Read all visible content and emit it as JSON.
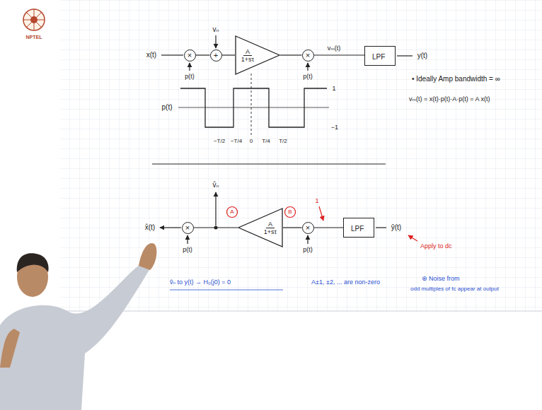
{
  "diagram": {
    "nodes": [
      {
        "text": [
          "×"
        ]
      },
      {
        "text": [
          "+"
        ]
      },
      {
        "text": [
          "A",
          "1+sτ"
        ]
      },
      {
        "text": [
          "×"
        ]
      },
      {
        "text": [
          "LPF"
        ]
      },
      {
        "text": [
          "×"
        ]
      },
      {
        "text": [
          "A",
          "1+sτ"
        ]
      },
      {
        "text": [
          "×"
        ]
      },
      {
        "text": [
          "LPF"
        ]
      }
    ],
    "edges": [
      {
        "from": 0,
        "to": 1,
        "arrow": "none"
      },
      {
        "from": 1,
        "to": 2,
        "arrow": "none"
      },
      {
        "from": 2,
        "to": 3,
        "arrow": "none"
      },
      {
        "from": 3,
        "to": 4,
        "arrow": "none"
      },
      {
        "from": 8,
        "to": 7,
        "arrow": "none"
      },
      {
        "from": 7,
        "to": 6,
        "arrow": "none"
      },
      {
        "from": 6,
        "to": 5,
        "arrow": "none"
      }
    ],
    "labels": [
      "NPTEL",
      "x(t)",
      "p(t)",
      "vₙ",
      "p(t)",
      "vₘ(t)",
      "y(t)",
      "p(t)",
      "1",
      "−1",
      "−T/2",
      "−T/4",
      "0",
      "T/4",
      "T/2",
      "• Ideally Amp bandwidth = ∞",
      "vₘ(t) = x(t)·p(t)·A·p(t) = A x(t)",
      "x̂(t)",
      "v̂ₙ",
      "A",
      "B",
      "p(t)",
      "p(t)",
      "1",
      "ŷ(t)",
      "Apply to dc",
      "v̂ₙ to y(t) → H₀(j0) = 0",
      "A±1, ±2, ... are non-zero",
      "⊛ Noise from",
      "odd multiples of fc appear at output"
    ]
  }
}
